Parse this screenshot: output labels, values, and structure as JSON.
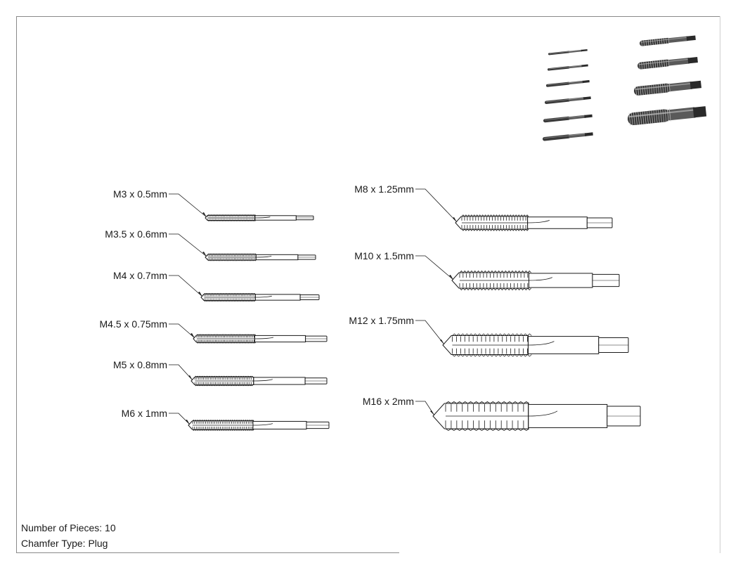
{
  "left_taps": [
    {
      "label": "M3 x 0.5mm",
      "size": 3
    },
    {
      "label": "M3.5 x 0.6mm",
      "size": 3.5
    },
    {
      "label": "M4 x 0.7mm",
      "size": 4
    },
    {
      "label": "M4.5 x 0.75mm",
      "size": 4.5
    },
    {
      "label": "M5 x 0.8mm",
      "size": 5
    },
    {
      "label": "M6 x 1mm",
      "size": 6
    }
  ],
  "right_taps": [
    {
      "label": "M8 x 1.25mm",
      "size": 8
    },
    {
      "label": "M10 x 1.5mm",
      "size": 10
    },
    {
      "label": "M12 x 1.75mm",
      "size": 12
    },
    {
      "label": "M16 x 2mm",
      "size": 16
    }
  ],
  "notes": {
    "pieces": "Number of Pieces: 10",
    "chamfer": "Chamfer Type: Plug"
  },
  "colors": {
    "line": "#1a1a1a",
    "thumb_dark": "#3a3a3a",
    "thumb_light": "#9a9a9a",
    "border": "#8a8a8a"
  }
}
